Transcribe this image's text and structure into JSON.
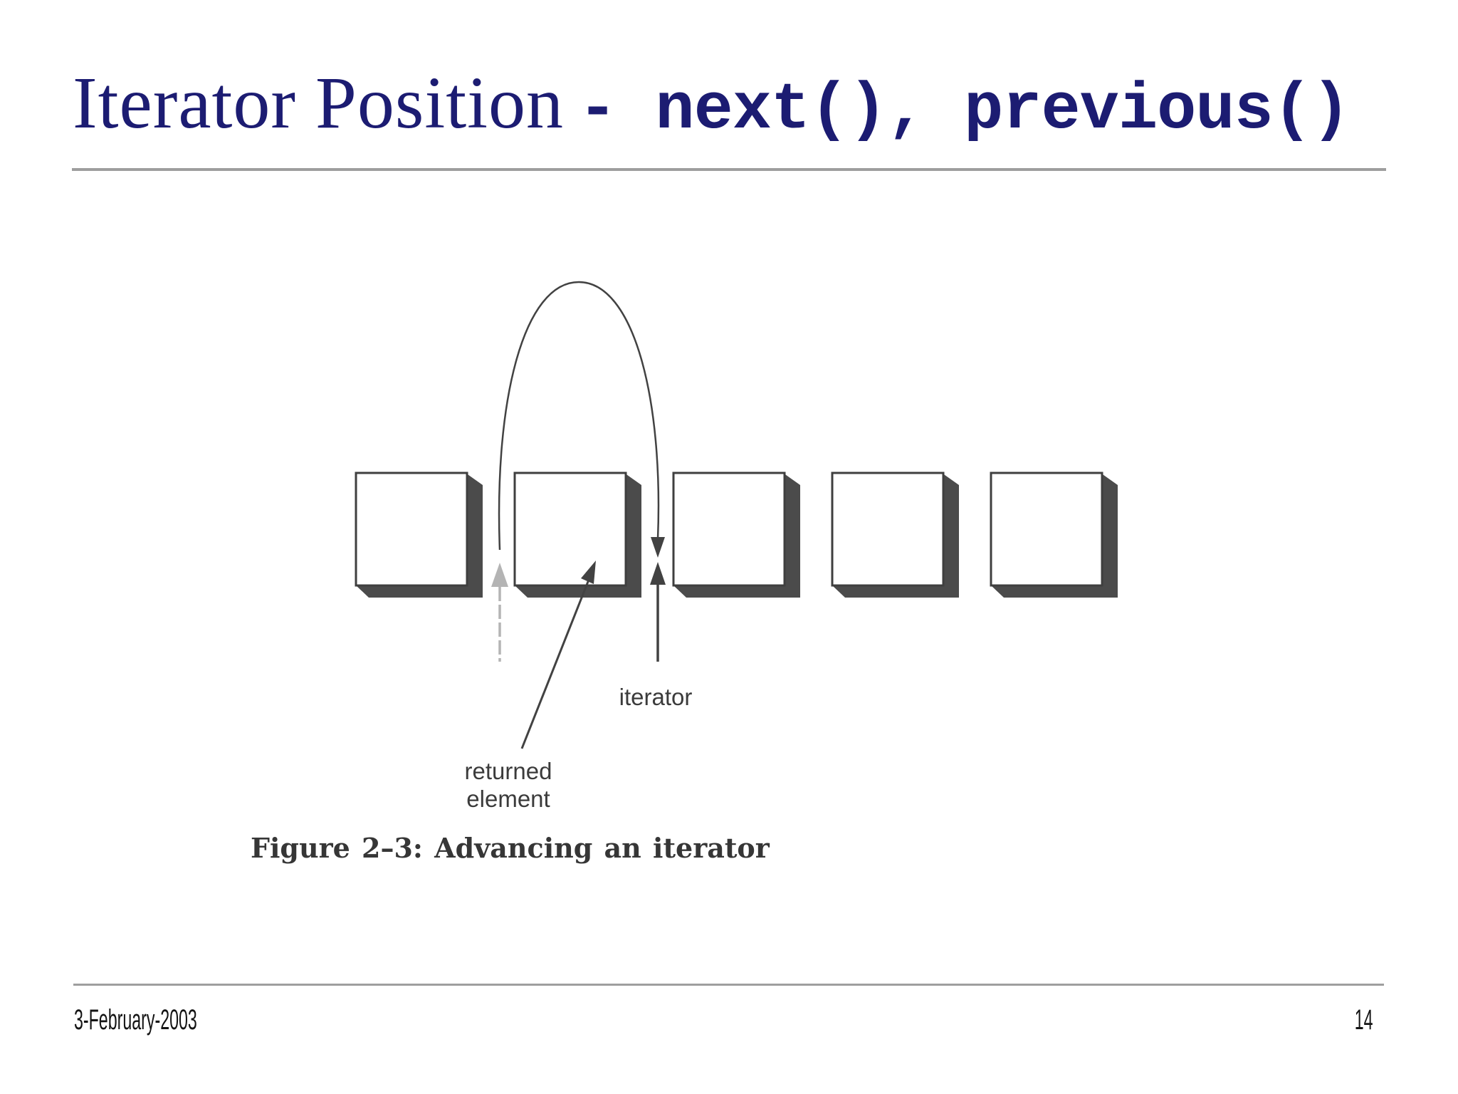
{
  "title": {
    "serif": "Iterator Position",
    "mono": "- next(), previous()"
  },
  "figure": {
    "iterator_label": "iterator",
    "returned_label_line1": "returned",
    "returned_label_line2": "element",
    "caption": "Figure 2–3: Advancing an iterator"
  },
  "footer": {
    "date": "3-February-2003",
    "page_number": "14"
  },
  "colors": {
    "title": "#1c1c72",
    "rule": "#9e9e9e",
    "ink": "#424242",
    "box_shadow": "#4b4b4b",
    "box_border": "#3f3f3f",
    "gray_arrow": "#b4b4b4",
    "label": "#3b3b3b",
    "footer_text": "#141414"
  }
}
